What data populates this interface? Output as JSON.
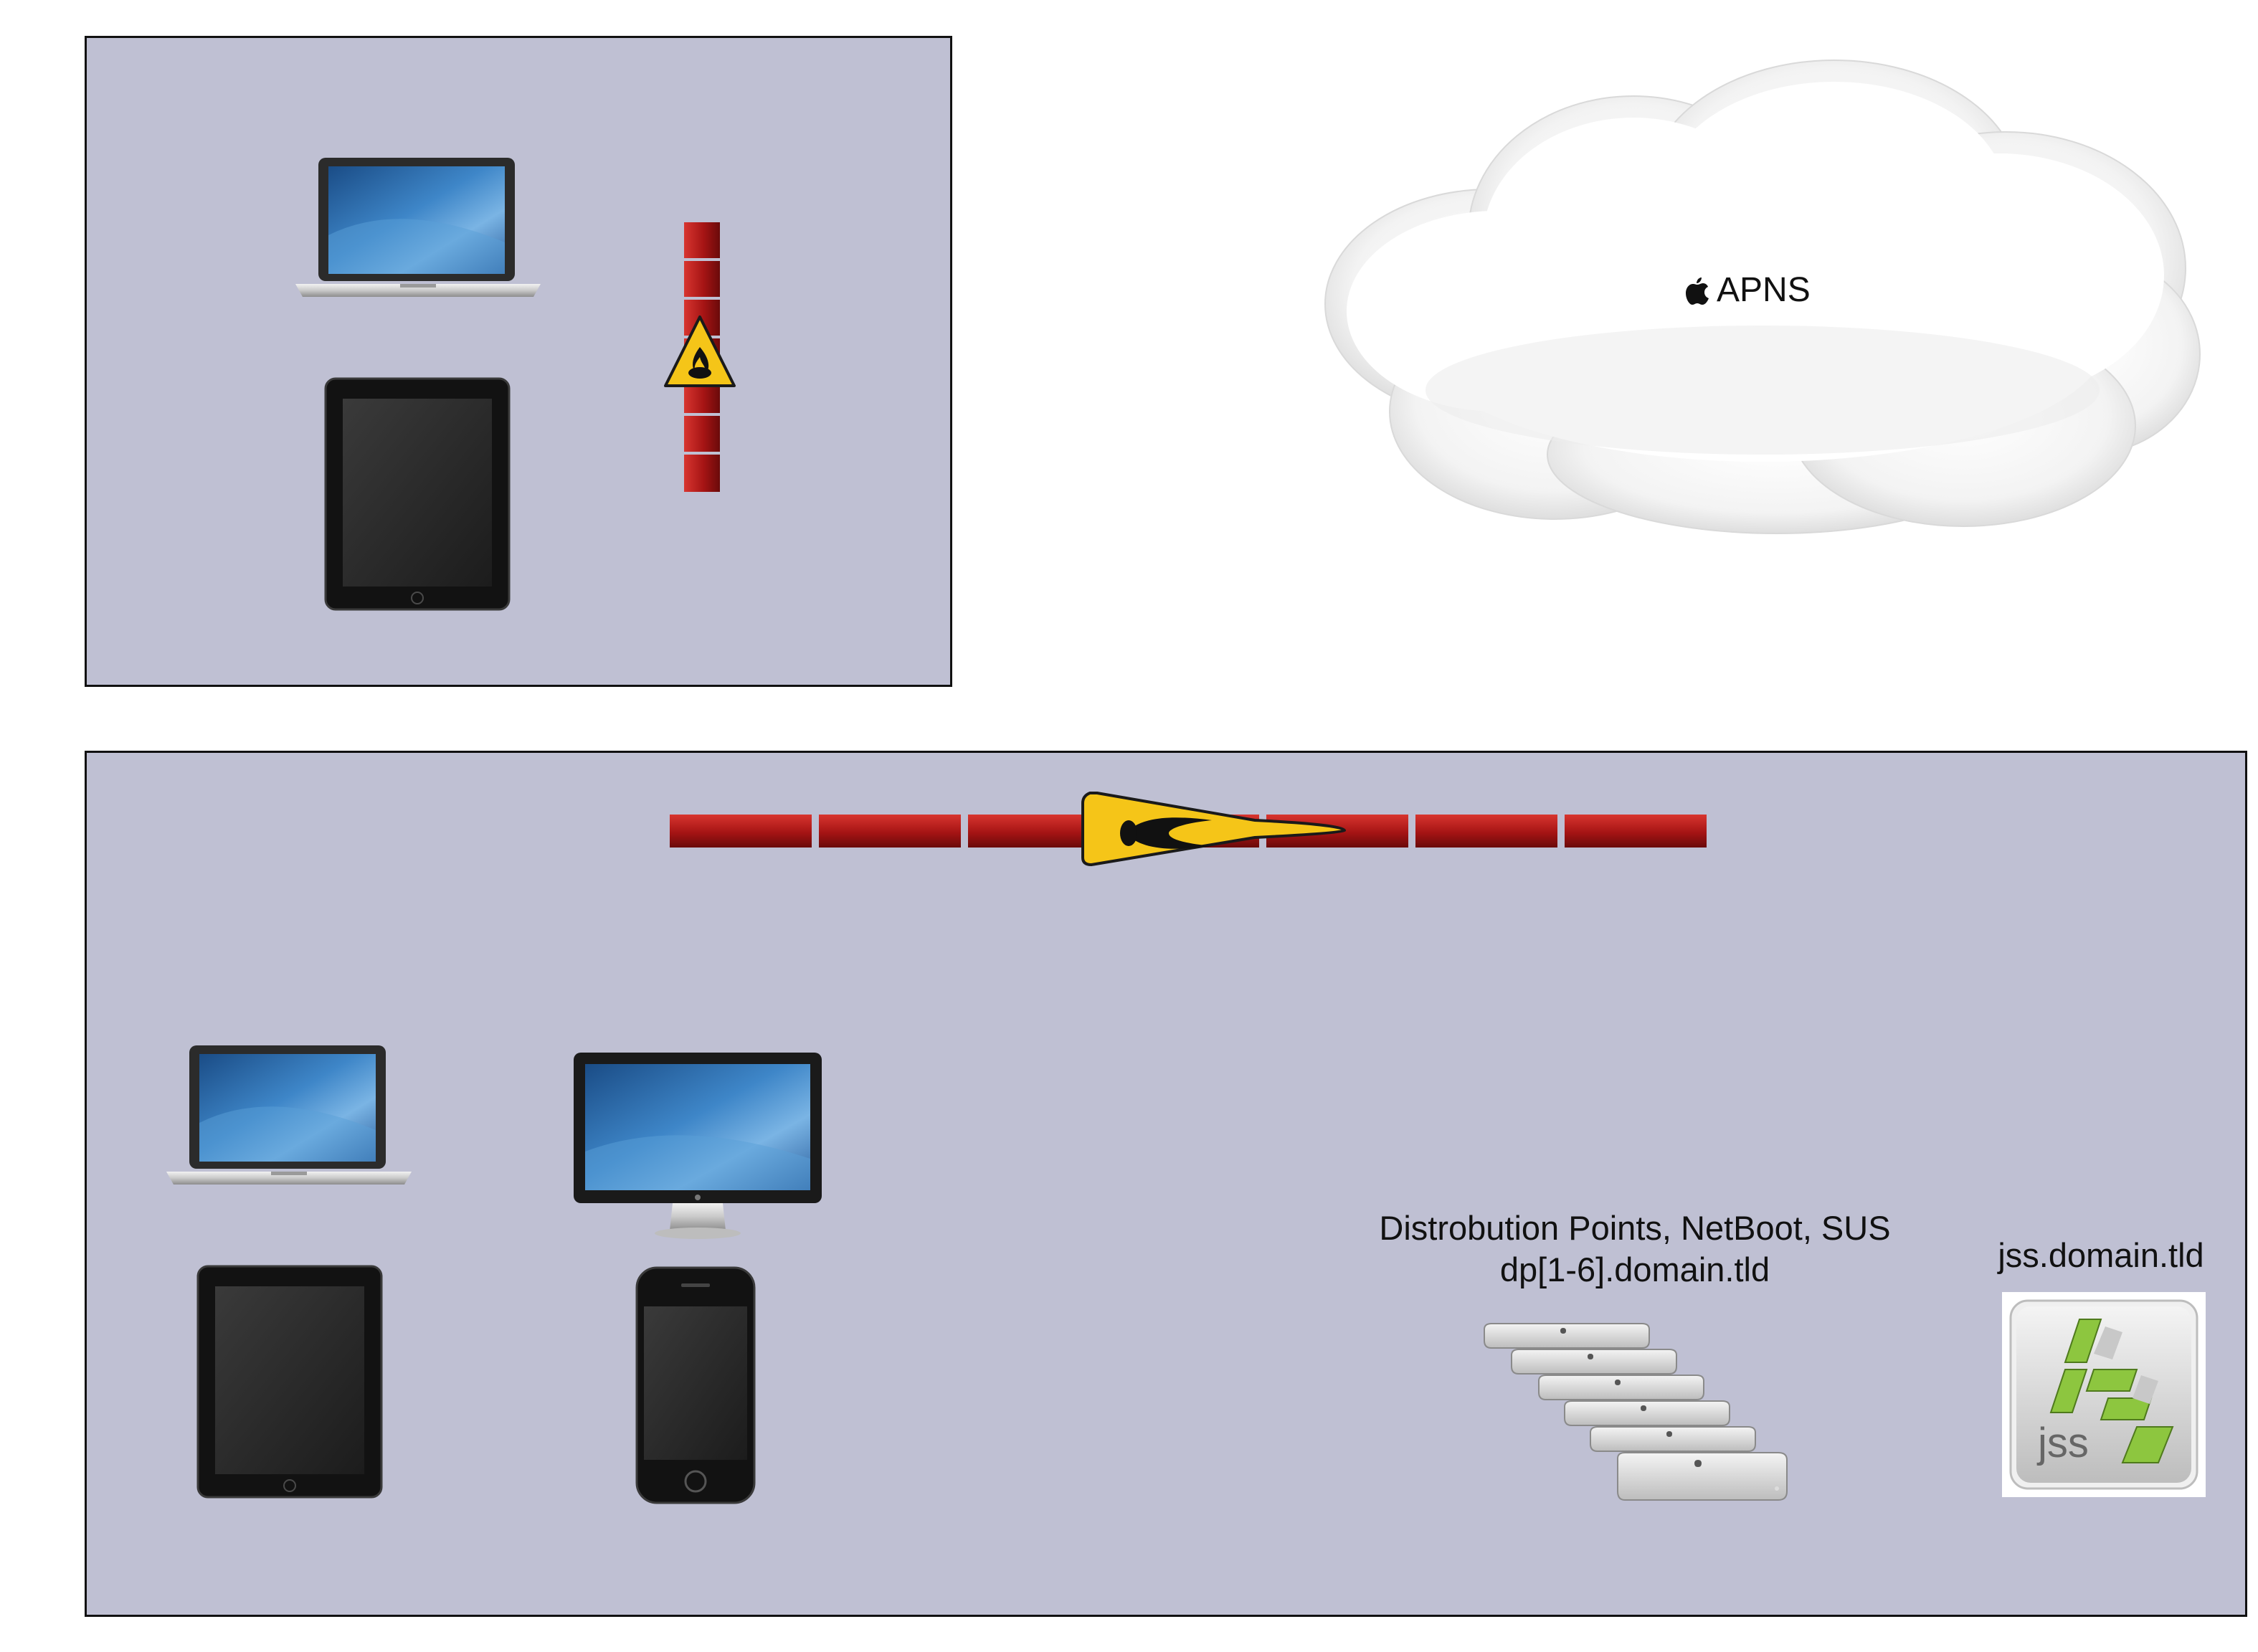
{
  "cloud": {
    "label": "APNS",
    "icon": "apple-logo-icon"
  },
  "distribution_points": {
    "line1": "Distrobution Points, NetBoot, SUS",
    "line2": "dp[1-6].domain.tld",
    "icon": "mac-mini-icon"
  },
  "jss": {
    "hostname": "jss.domain.tld",
    "logo_text": "jss"
  },
  "colors": {
    "zone_fill": "#bfc0d3",
    "firewall_brick": "#b51a1a",
    "warning_sign": "#f5c518"
  }
}
